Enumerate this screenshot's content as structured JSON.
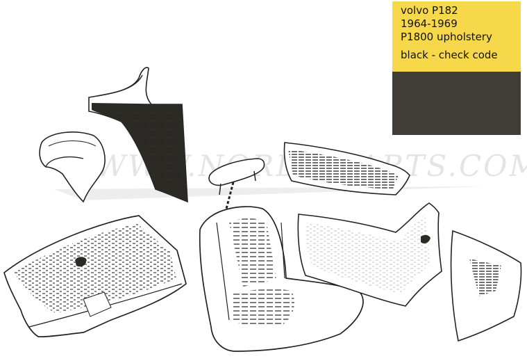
{
  "watermark": "WWW.NORDICPARTS.COM",
  "info": {
    "model": "volvo P182",
    "years": "1964-1969",
    "part": "P1800 upholstery",
    "color": "black - check code"
  },
  "colors": {
    "panel_yellow": "#f8d84b",
    "swatch_black": "#3f3d35"
  }
}
